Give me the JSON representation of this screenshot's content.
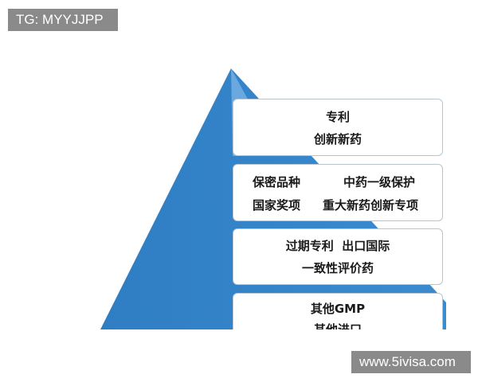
{
  "watermarks": {
    "top_left": "TG: MYYJJPP",
    "bottom_right": "www.5ivisa.com"
  },
  "colors": {
    "pyramid_dark": "#2f7ec4",
    "pyramid_light": "#5da0dc",
    "tier_border": "#b9c4cc",
    "watermark_bg": "#8a8a8a"
  },
  "tiers": [
    {
      "lines": [
        "专利",
        "创新新药"
      ]
    },
    {
      "lines": [
        "保密品种",
        "中药一级保护",
        "国家奖项",
        "重大新药创新专项"
      ]
    },
    {
      "lines": [
        "过期专利  出口国际",
        "一致性评价药"
      ]
    },
    {
      "lines": [
        "其他GMP",
        "其他进口"
      ]
    }
  ]
}
